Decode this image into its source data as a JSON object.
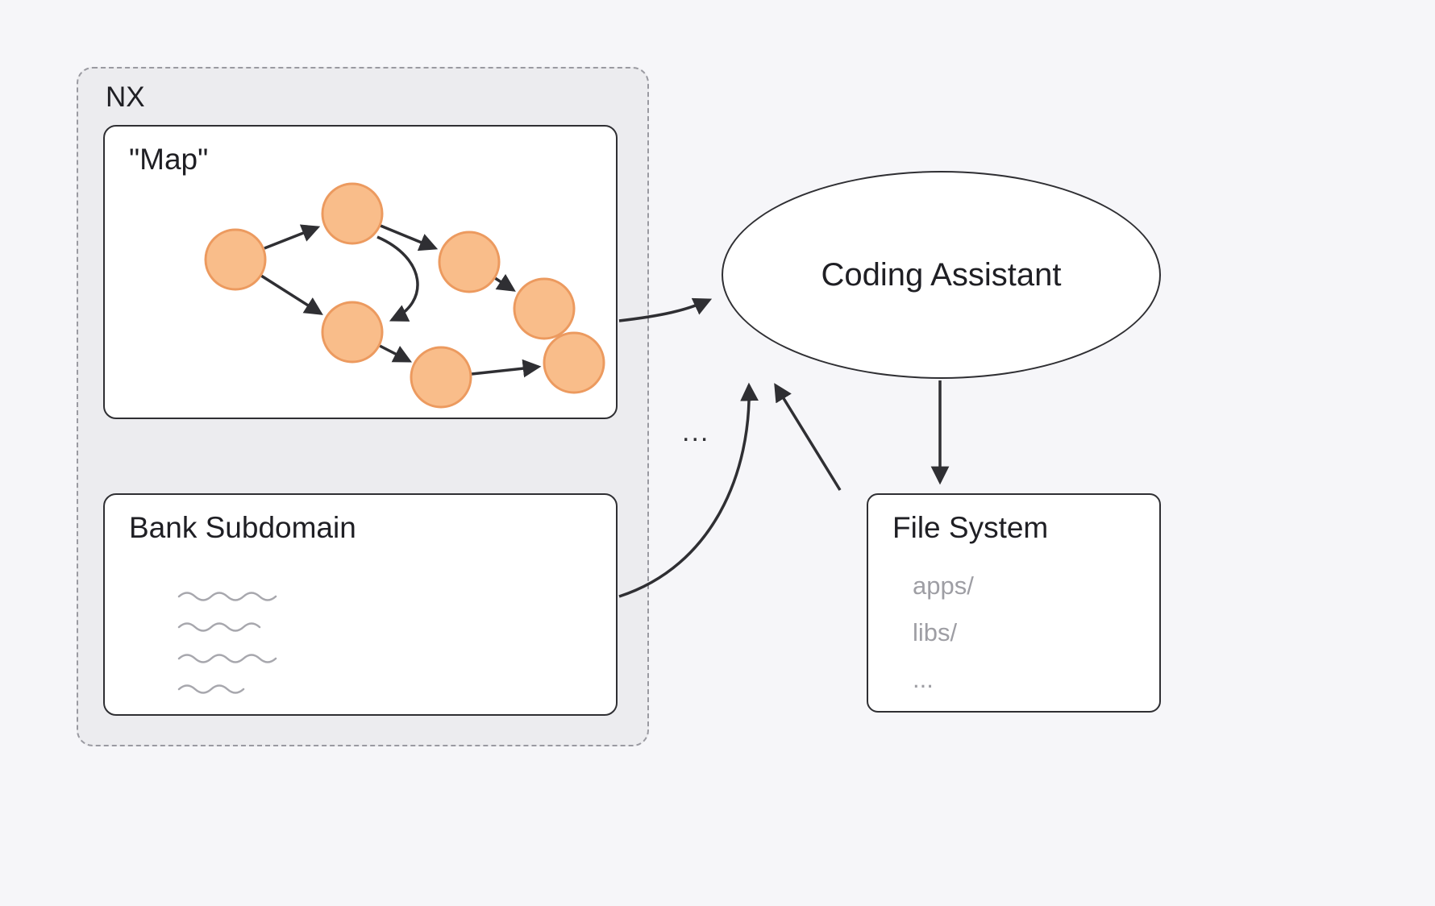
{
  "nx": {
    "label": "NX"
  },
  "map": {
    "label": "\"Map\"",
    "more_nodes": "..."
  },
  "bank": {
    "label": "Bank Subdomain"
  },
  "assistant": {
    "label": "Coding Assistant"
  },
  "filesystem": {
    "label": "File System",
    "items": [
      "apps/",
      "libs/",
      "..."
    ]
  },
  "colors": {
    "background": "#f6f6f9",
    "group_fill": "#ececef",
    "group_border": "#9a9aa1",
    "node_fill": "#f9bd8a",
    "node_stroke": "#ec9a5f",
    "line": "#2f2f33",
    "muted_text": "#9e9ea4"
  }
}
